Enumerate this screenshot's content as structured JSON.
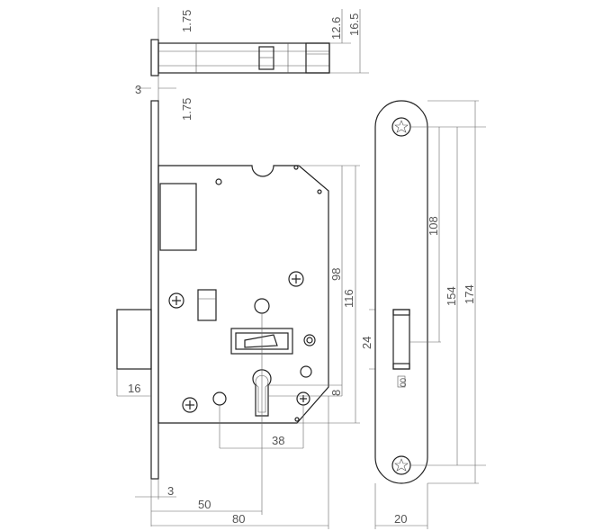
{
  "drawing": {
    "dimensions": {
      "top_forend_thickness_a": "1.75",
      "top_forend_thickness_b": "1.75",
      "top_bolt_12_6": "12.6",
      "top_bolt_16_5": "16.5",
      "forend_thickness": "3",
      "height_98": "98",
      "height_116": "116",
      "latch_height": "24",
      "keyhole_offset": "8",
      "latch_projection": "16",
      "centers_38": "38",
      "bottom_3": "3",
      "backset": "50",
      "case_depth": "80",
      "plate_108": "108",
      "plate_154": "154",
      "plate_174": "174",
      "plate_width": "20",
      "strike_label": "00"
    }
  }
}
